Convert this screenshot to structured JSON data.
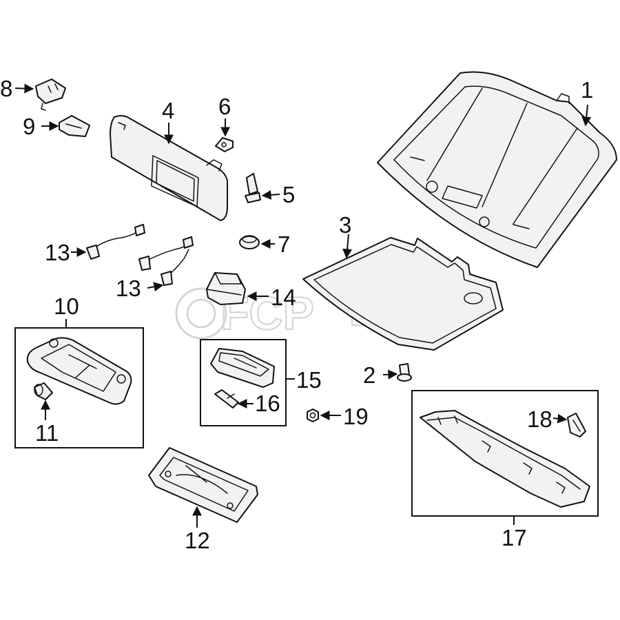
{
  "watermark": {
    "brand": "FCP",
    "suffix": "EURO"
  },
  "callouts": {
    "c1": "1",
    "c2": "2",
    "c3": "3",
    "c4": "4",
    "c5": "5",
    "c6": "6",
    "c7": "7",
    "c8": "8",
    "c9": "9",
    "c10": "10",
    "c11": "11",
    "c12": "12",
    "c13a": "13",
    "c13b": "13",
    "c14": "14",
    "c15": "15",
    "c16": "16",
    "c17": "17",
    "c18": "18",
    "c19": "19"
  },
  "colors": {
    "line": "#111111",
    "part_fill": "#f2f2f2",
    "watermark": "#d6d6d6"
  }
}
